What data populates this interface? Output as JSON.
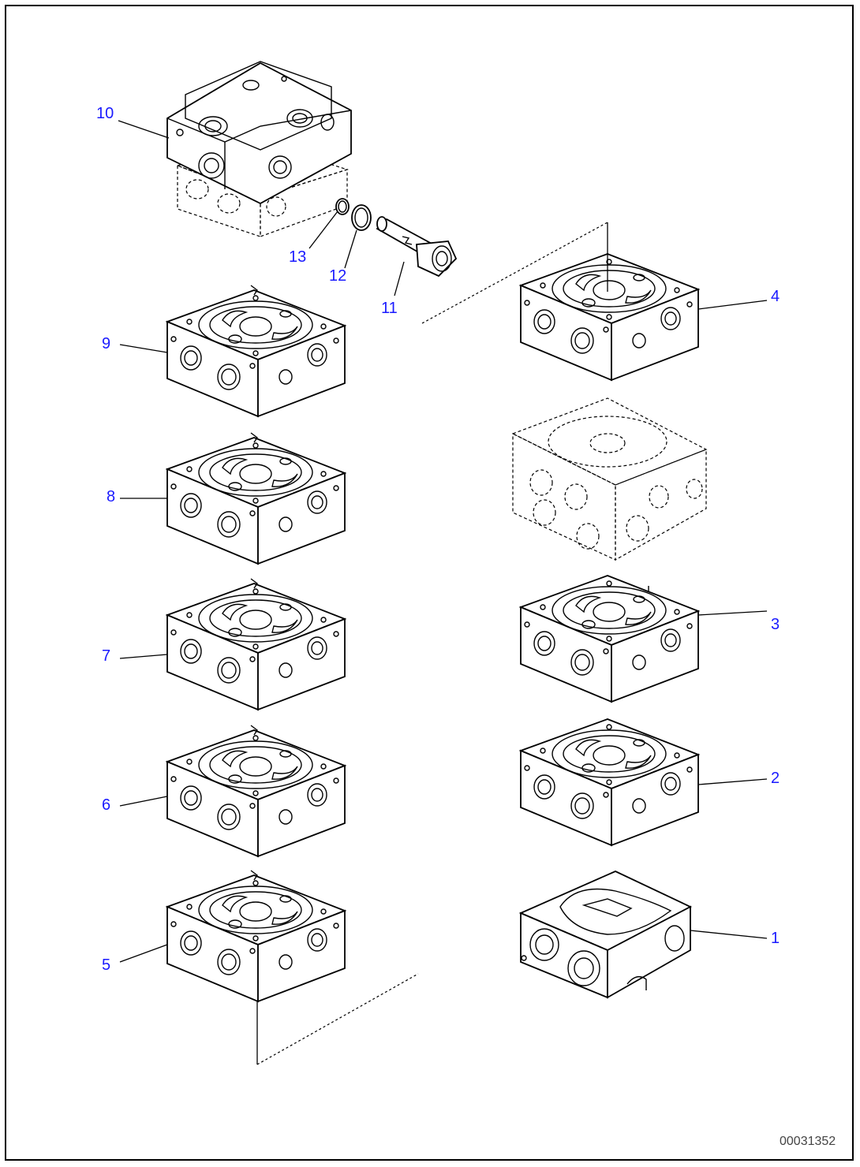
{
  "callouts": {
    "c1": "1",
    "c2": "2",
    "c3": "3",
    "c4": "4",
    "c5": "5",
    "c6": "6",
    "c7": "7",
    "c8": "8",
    "c9": "9",
    "c10": "10",
    "c11": "11",
    "c12": "12",
    "c13": "13"
  },
  "drawing_number": "00031352",
  "colors": {
    "callout": "#1a1aff",
    "line": "#000000",
    "background": "#ffffff"
  }
}
